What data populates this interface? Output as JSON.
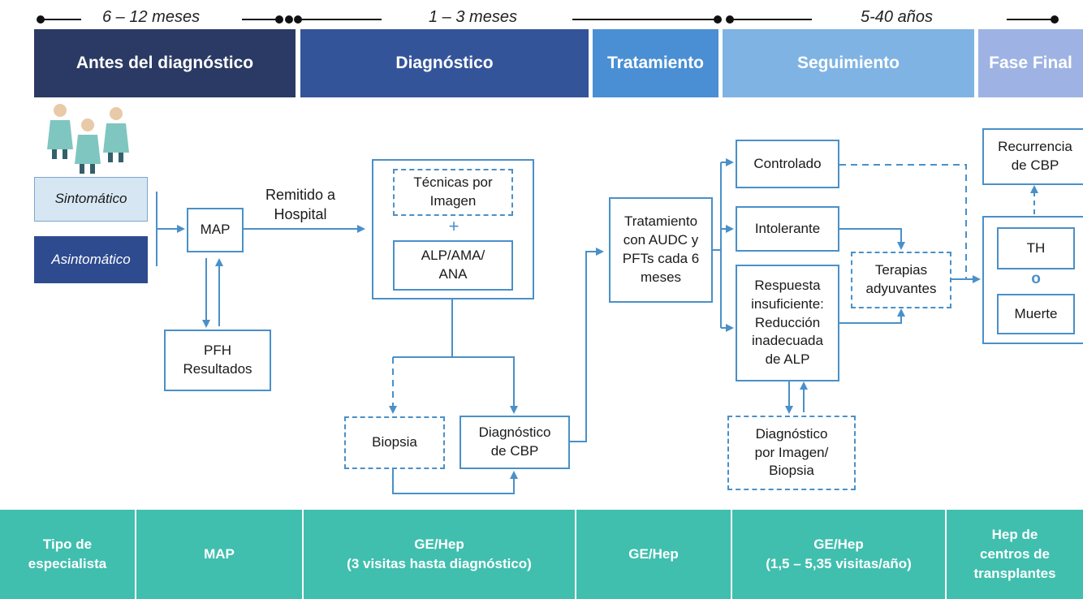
{
  "timeline": {
    "period1": "6 – 12 meses",
    "period2": "1 – 3 meses",
    "period3": "5-40 años"
  },
  "phases": [
    {
      "label": "Antes del diagnóstico",
      "color": "#2b3a64"
    },
    {
      "label": "Diagnóstico",
      "color": "#34549a"
    },
    {
      "label": "Tratamiento",
      "color": "#4a8fd4"
    },
    {
      "label": "Seguimiento",
      "color": "#7fb3e3"
    },
    {
      "label": "Fase Final",
      "color": "#9eb3e3"
    }
  ],
  "patients": {
    "symptomatic": "Sintomático",
    "asymptomatic": "Asintomático",
    "symptomatic_color": "#d7e6f3",
    "asymptomatic_color": "#2e4b8f"
  },
  "nodes": {
    "map": "MAP",
    "pfh_line1": "PFH",
    "pfh_line2": "Resultados",
    "referral_line1": "Remitido a",
    "referral_line2": "Hospital",
    "imaging_line1": "Técnicas por",
    "imaging_line2": "Imagen",
    "plus": "+",
    "labs_line1": "ALP/AMA/",
    "labs_line2": "ANA",
    "biopsy": "Biopsia",
    "diagnosis_line1": "Diagnóstico",
    "diagnosis_line2": "de CBP",
    "treatment_line1": "Tratamiento",
    "treatment_line2": "con AUDC y",
    "treatment_line3": "PFTs cada 6",
    "treatment_line4": "meses",
    "controlled": "Controlado",
    "intolerant": "Intolerante",
    "insufficient_line1": "Respuesta",
    "insufficient_line2": "insuficiente:",
    "insufficient_line3": "Reducción",
    "insufficient_line4": "inadecuada",
    "insufficient_line5": "de ALP",
    "adjuvant_line1": "Terapias",
    "adjuvant_line2": "adyuvantes",
    "followup_dx_line1": "Diagnóstico",
    "followup_dx_line2": "por Imagen/",
    "followup_dx_line3": "Biopsia",
    "recurrence_line1": "Recurrencia",
    "recurrence_line2": "de CBP",
    "th": "TH",
    "or": "o",
    "death": "Muerte"
  },
  "footer": {
    "c0_line1": "Tipo de",
    "c0_line2": "especialista",
    "c1": "MAP",
    "c2_line1": "GE/Hep",
    "c2_line2": "(3 visitas hasta diagnóstico)",
    "c3": "GE/Hep",
    "c4_line1": "GE/Hep",
    "c4_line2": "(1,5 – 5,35 visitas/año)",
    "c5_line1": "Hep de",
    "c5_line2": "centros de",
    "c5_line3": "transplantes"
  },
  "colors": {
    "flow_line": "#4a90c8",
    "footer_bg": "#40bfae",
    "patient_icon": "#7fc6c0"
  }
}
